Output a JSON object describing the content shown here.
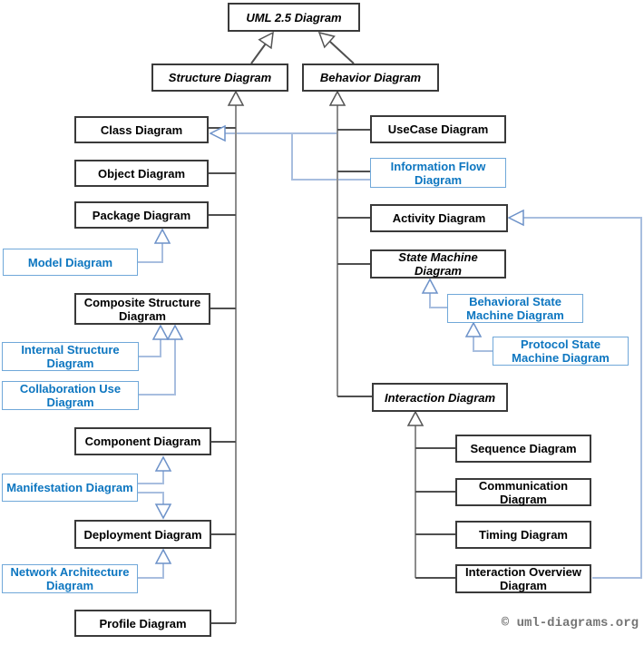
{
  "diagram_title": "UML 2.5 Diagram taxonomy",
  "colors": {
    "background": "#ffffff",
    "black_node_border": "#3a3a3a",
    "black_node_text": "#000000",
    "blue_node_border": "#70a8d9",
    "blue_node_text": "#0d76c0",
    "gray_trunk_line": "#8c8c8c",
    "gray_branch_line": "#4f4f4f",
    "blue_connector_line": "#a8bedf",
    "blue_arrowhead_stroke": "#6d92c9",
    "copyright_text": "#757575"
  },
  "nodes": {
    "uml": {
      "label": "UML 2.5 Diagram",
      "style": "abstract"
    },
    "structure": {
      "label": "Structure Diagram",
      "style": "abstract"
    },
    "behavior": {
      "label": "Behavior Diagram",
      "style": "abstract"
    },
    "class": {
      "label": "Class Diagram",
      "style": "official"
    },
    "object": {
      "label": "Object Diagram",
      "style": "official"
    },
    "package": {
      "label": "Package Diagram",
      "style": "official"
    },
    "model": {
      "label": "Model Diagram",
      "style": "non-official-blue"
    },
    "composite": {
      "label": "Composite Structure\nDiagram",
      "style": "official"
    },
    "internal": {
      "label": "Internal Structure\nDiagram",
      "style": "non-official-blue"
    },
    "collaboration": {
      "label": "Collaboration Use\nDiagram",
      "style": "non-official-blue"
    },
    "component": {
      "label": "Component Diagram",
      "style": "official"
    },
    "manifestation": {
      "label": "Manifestation Diagram",
      "style": "non-official-blue"
    },
    "deployment": {
      "label": "Deployment Diagram",
      "style": "official"
    },
    "network": {
      "label": "Network Architecture\nDiagram",
      "style": "non-official-blue"
    },
    "profile": {
      "label": "Profile Diagram",
      "style": "official"
    },
    "usecase": {
      "label": "UseCase Diagram",
      "style": "official"
    },
    "infoflow": {
      "label": "Information Flow\nDiagram",
      "style": "non-official-blue"
    },
    "activity": {
      "label": "Activity Diagram",
      "style": "official"
    },
    "statemachine": {
      "label": "State Machine\nDiagram",
      "style": "abstract"
    },
    "behavioralsm": {
      "label": "Behavioral State\nMachine Diagram",
      "style": "non-official-blue"
    },
    "protocolsm": {
      "label": "Protocol State\nMachine Diagram",
      "style": "non-official-blue"
    },
    "interaction": {
      "label": "Interaction Diagram",
      "style": "abstract"
    },
    "sequence": {
      "label": "Sequence Diagram",
      "style": "official"
    },
    "communication": {
      "label": "Communication\nDiagram",
      "style": "official"
    },
    "timing": {
      "label": "Timing Diagram",
      "style": "official"
    },
    "overview": {
      "label": "Interaction Overview\nDiagram",
      "style": "official"
    }
  },
  "edges": [
    {
      "from": "structure",
      "to": "uml",
      "type": "generalization",
      "color": "gray"
    },
    {
      "from": "behavior",
      "to": "uml",
      "type": "generalization",
      "color": "gray"
    },
    {
      "from": "class",
      "to": "structure",
      "type": "generalization",
      "color": "gray"
    },
    {
      "from": "object",
      "to": "structure",
      "type": "generalization",
      "color": "gray"
    },
    {
      "from": "package",
      "to": "structure",
      "type": "generalization",
      "color": "gray"
    },
    {
      "from": "composite",
      "to": "structure",
      "type": "generalization",
      "color": "gray"
    },
    {
      "from": "component",
      "to": "structure",
      "type": "generalization",
      "color": "gray"
    },
    {
      "from": "deployment",
      "to": "structure",
      "type": "generalization",
      "color": "gray"
    },
    {
      "from": "profile",
      "to": "structure",
      "type": "generalization",
      "color": "gray"
    },
    {
      "from": "model",
      "to": "package",
      "type": "generalization",
      "color": "blue"
    },
    {
      "from": "internal",
      "to": "composite",
      "type": "generalization",
      "color": "blue"
    },
    {
      "from": "collaboration",
      "to": "composite",
      "type": "generalization",
      "color": "blue"
    },
    {
      "from": "manifestation",
      "to": "component",
      "type": "generalization",
      "color": "blue"
    },
    {
      "from": "manifestation",
      "to": "deployment",
      "type": "generalization",
      "color": "blue"
    },
    {
      "from": "network",
      "to": "deployment",
      "type": "generalization",
      "color": "blue"
    },
    {
      "from": "usecase",
      "to": "behavior",
      "type": "generalization",
      "color": "gray"
    },
    {
      "from": "infoflow",
      "to": "behavior",
      "type": "generalization",
      "color": "gray"
    },
    {
      "from": "infoflow",
      "to": "class",
      "type": "generalization",
      "color": "blue"
    },
    {
      "from": "activity",
      "to": "behavior",
      "type": "generalization",
      "color": "gray"
    },
    {
      "from": "statemachine",
      "to": "behavior",
      "type": "generalization",
      "color": "gray"
    },
    {
      "from": "interaction",
      "to": "behavior",
      "type": "generalization",
      "color": "gray"
    },
    {
      "from": "behavioralsm",
      "to": "statemachine",
      "type": "generalization",
      "color": "blue"
    },
    {
      "from": "protocolsm",
      "to": "behavioralsm",
      "type": "generalization",
      "color": "blue"
    },
    {
      "from": "sequence",
      "to": "interaction",
      "type": "generalization",
      "color": "gray"
    },
    {
      "from": "communication",
      "to": "interaction",
      "type": "generalization",
      "color": "gray"
    },
    {
      "from": "timing",
      "to": "interaction",
      "type": "generalization",
      "color": "gray"
    },
    {
      "from": "overview",
      "to": "interaction",
      "type": "generalization",
      "color": "gray"
    },
    {
      "from": "overview",
      "to": "activity",
      "type": "generalization",
      "color": "blue"
    }
  ],
  "footer": {
    "copyright": "© uml-diagrams.org"
  }
}
